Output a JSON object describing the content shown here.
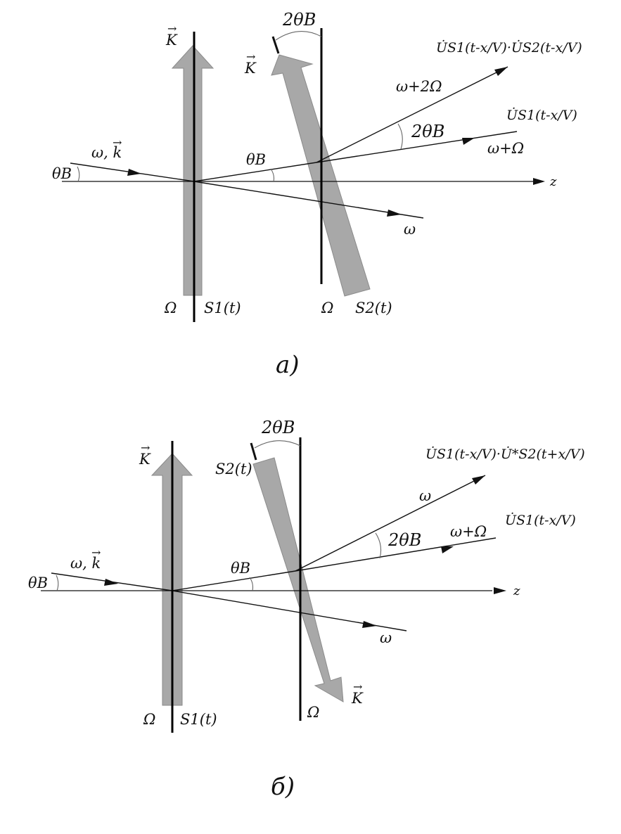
{
  "diagram_a": {
    "caption": "a)",
    "vec_K_left": "K",
    "vec_K_right": "K",
    "angle_2theta_top": "2θB",
    "output_product": "U̇S1(t-x/V)·U̇S2(t-x/V)",
    "freq_2Omega": "ω+2Ω",
    "output_single": "U̇S1(t-x/V)",
    "angle_2theta_mid": "2θB",
    "freq_Omega": "ω+Ω",
    "input_wave": "ω, k",
    "theta_left": "θB",
    "theta_mid": "θB",
    "axis_z": "z",
    "freq_omega": "ω",
    "omega_cell1": "Ω",
    "signal_cell1": "S1(t)",
    "omega_cell2": "Ω",
    "signal_cell2": "S2(t)"
  },
  "diagram_b": {
    "caption": "б)",
    "vec_K_left": "K",
    "vec_K_right": "K",
    "angle_2theta_top": "2θB",
    "signal_cell2": "S2(t)",
    "output_product": "U̇S1(t-x/V)·U̇*S2(t+x/V)",
    "freq_omega_up": "ω",
    "output_single": "U̇S1(t-x/V)",
    "angle_2theta_mid": "2θB",
    "freq_Omega": "ω+Ω",
    "input_wave": "ω, k",
    "theta_left": "θB",
    "theta_mid": "θB",
    "axis_z": "z",
    "freq_omega": "ω",
    "omega_cell1": "Ω",
    "signal_cell1": "S1(t)",
    "omega_cell2": "Ω"
  }
}
